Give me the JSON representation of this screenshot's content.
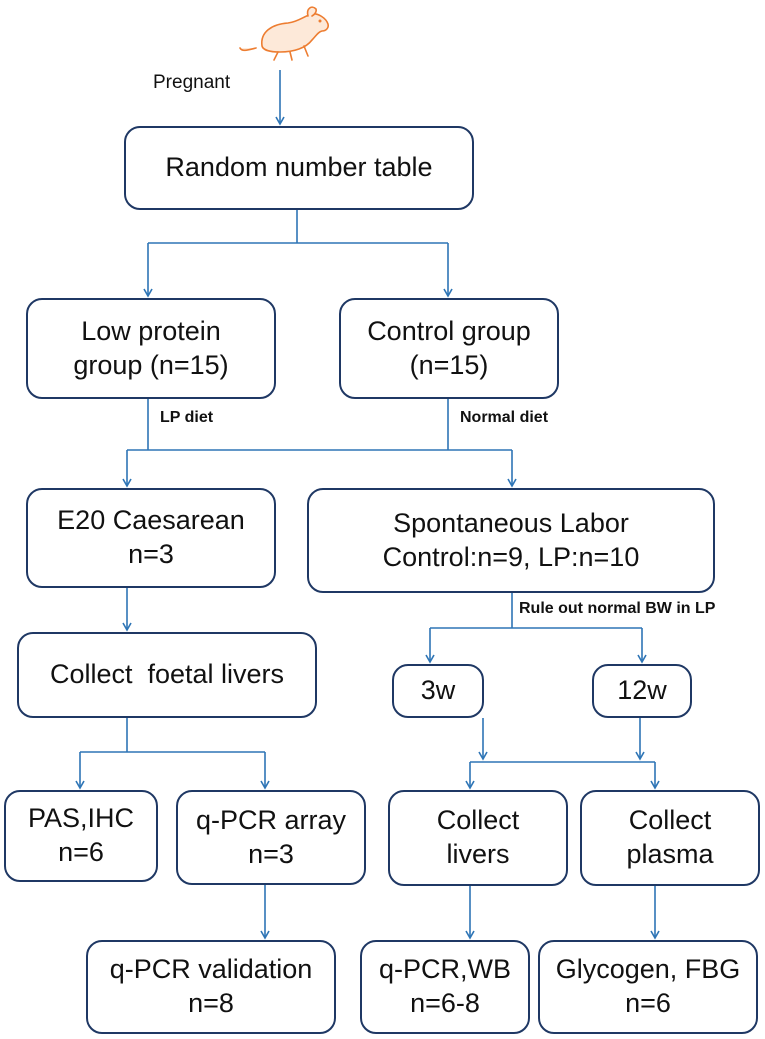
{
  "pregnant_label": "Pregnant",
  "random": "Random number table",
  "low_protein": {
    "line1": "Low protein",
    "line2": "group (n=15)"
  },
  "control": {
    "line1": "Control group",
    "line2": "(n=15)"
  },
  "lp_diet": "LP diet",
  "normal_diet": "Normal diet",
  "e20": {
    "line1": "E20 Caesarean",
    "line2": "n=3"
  },
  "spontaneous": {
    "line1": "Spontaneous Labor",
    "line2": "Control:n=9, LP:n=10"
  },
  "rule_out": "Rule out normal BW in LP",
  "collect_foetal": "Collect  foetal livers",
  "w3": "3w",
  "w12": "12w",
  "pas": {
    "line1": "PAS,IHC",
    "line2": "n=6"
  },
  "qpcr_array": {
    "line1": "q-PCR array",
    "line2": "n=3"
  },
  "collect_livers": {
    "line1": "Collect",
    "line2": "livers"
  },
  "collect_plasma": {
    "line1": "Collect",
    "line2": "plasma"
  },
  "qpcr_validation": {
    "line1": "q-PCR validation",
    "line2": "n=8"
  },
  "qpcr_wb": {
    "line1": "q-PCR,WB",
    "line2": "n=6-8"
  },
  "glycogen": {
    "line1": "Glycogen, FBG",
    "line2": "n=6"
  },
  "colors": {
    "box_border": "#1f3864",
    "arrow": "#2e75b6",
    "mouse": "#ed7d31"
  },
  "icons": [
    "rat-icon"
  ]
}
